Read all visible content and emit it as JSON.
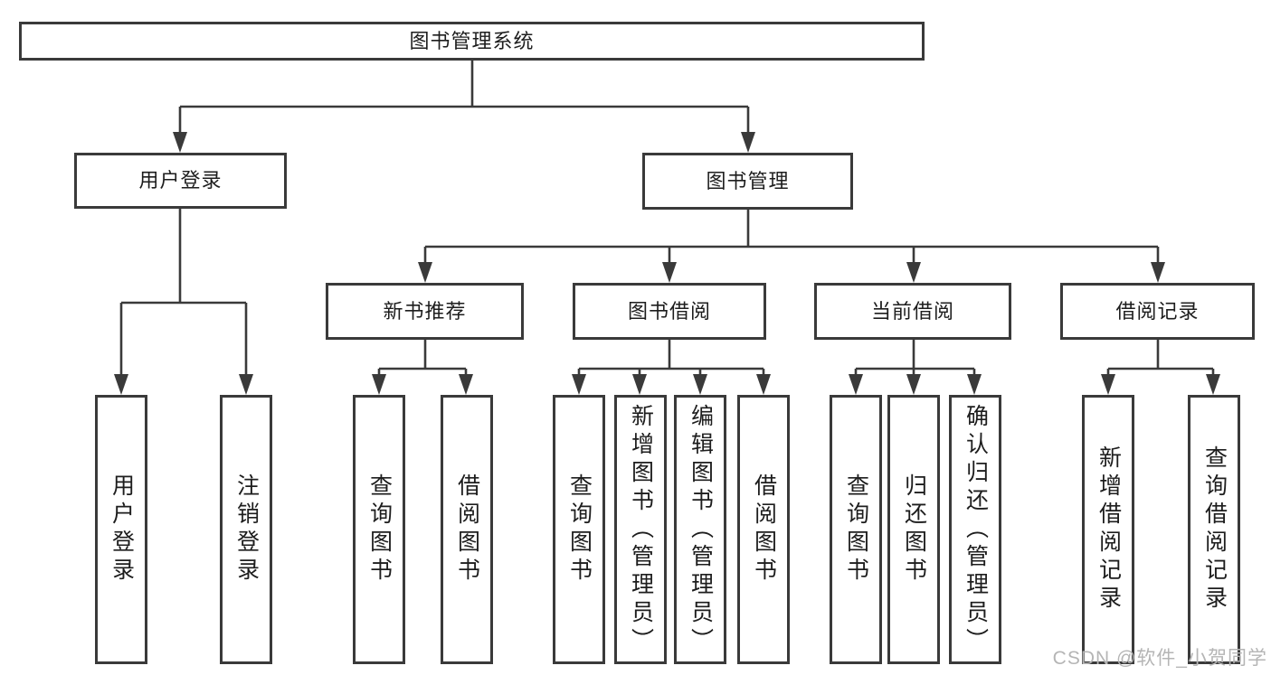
{
  "tree": {
    "root": "图书管理系统",
    "level2": [
      {
        "label": "用户登录",
        "children": [
          "用户登录",
          "注销登录"
        ]
      },
      {
        "label": "图书管理",
        "children": [
          {
            "label": "新书推荐",
            "children": [
              "查询图书",
              "借阅图书"
            ]
          },
          {
            "label": "图书借阅",
            "children": [
              "查询图书",
              "新增图书（管理员）",
              "编辑图书（管理员）",
              "借阅图书"
            ]
          },
          {
            "label": "当前借阅",
            "children": [
              "查询图书",
              "归还图书",
              "确认归还（管理员）"
            ]
          },
          {
            "label": "借阅记录",
            "children": [
              "新增借阅记录",
              "查询借阅记录"
            ]
          }
        ]
      }
    ]
  },
  "watermark": "CSDN @软件_小贺同学",
  "colors": {
    "line": "#3a3a3a",
    "text": "#1d1d1d",
    "bg": "#ffffff",
    "watermark": "#b5b5b5"
  }
}
